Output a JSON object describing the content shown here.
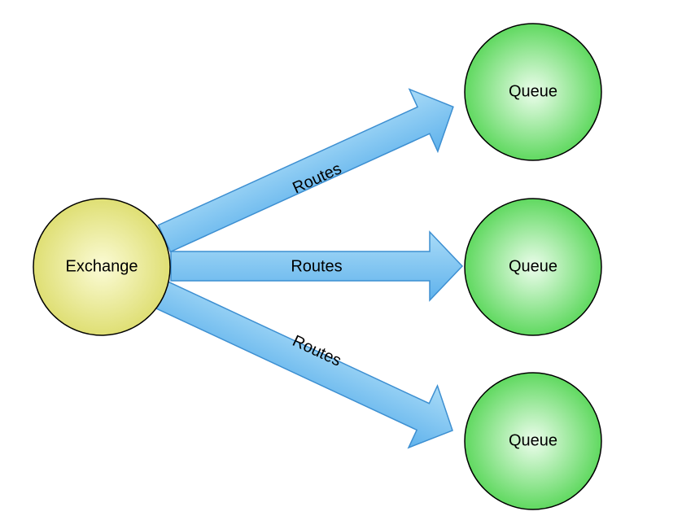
{
  "exchange": {
    "label": "Exchange",
    "fill_light": "#fbfbd6",
    "fill_dark": "#dcdc6a",
    "stroke": "#000000"
  },
  "queues": [
    {
      "label": "Queue"
    },
    {
      "label": "Queue"
    },
    {
      "label": "Queue"
    }
  ],
  "queue_style": {
    "fill_light": "#ecfdec",
    "fill_dark": "#52d552",
    "stroke": "#000000"
  },
  "edges": [
    {
      "label": "Routes"
    },
    {
      "label": "Routes"
    },
    {
      "label": "Routes"
    }
  ],
  "arrow_style": {
    "fill_light": "#a9dbf7",
    "fill_dark": "#5fb2ec",
    "stroke": "#3d8fd1"
  }
}
